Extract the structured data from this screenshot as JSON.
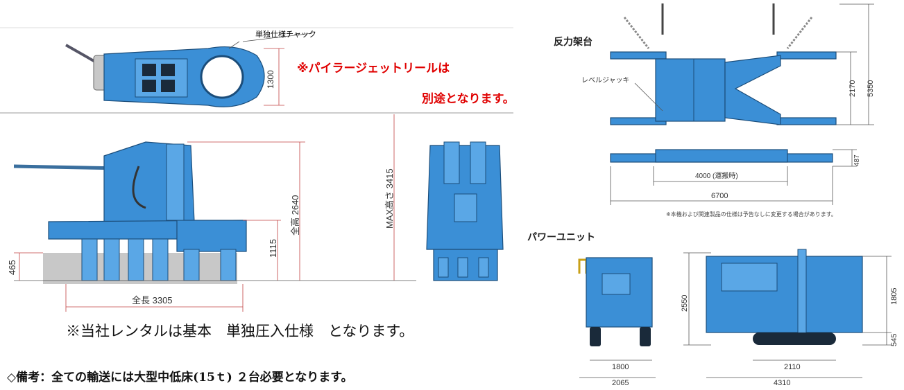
{
  "left": {
    "chuck_label": "単独仕様チャック",
    "red_note_line1": "※パイラージェットリールは",
    "red_note_line2": "別途となります。",
    "dim_1300": "1300",
    "dim_465": "465",
    "dim_1115": "1115",
    "dim_total_height": "全高 2640",
    "dim_max_height": "MAX高さ 3415",
    "dim_total_length": "全長 3305",
    "rental_note": "※当社レンタルは基本　単独圧入仕様　となります。",
    "transport_note": "◇備考：全ての輸送には大型中低床(15ｔ) ２台必要となります。"
  },
  "right": {
    "reaction_title": "反力架台",
    "level_jack_label": "レベルジャッキ",
    "dim_2170": "2170",
    "dim_5350": "5350",
    "dim_487": "487",
    "dim_4000": "4000 (運搬時)",
    "dim_6700": "6700",
    "spec_note": "※本機および関連製品の仕様は予告なしに変更する場合があります。",
    "power_title": "パワーユニット",
    "dim_2550": "2550",
    "dim_1805": "1805",
    "dim_545": "545",
    "dim_1800": "1800",
    "dim_2065": "2065",
    "dim_2110": "2110",
    "dim_4310": "4310"
  },
  "colors": {
    "machine_blue": "#3b8fd6",
    "note_red": "#e00000"
  }
}
